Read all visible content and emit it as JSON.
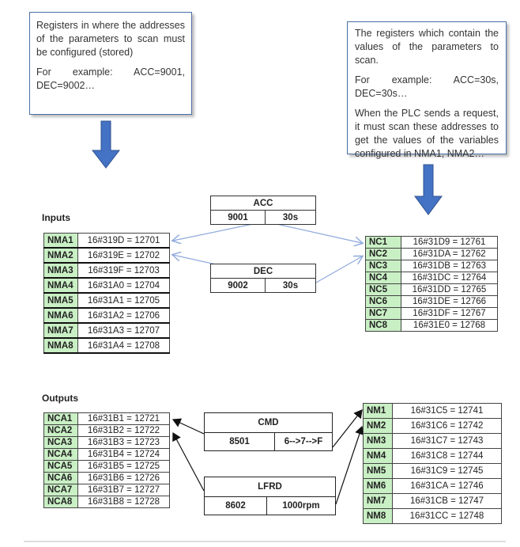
{
  "callouts": {
    "left": {
      "text1": "Registers in where the addresses of the parameters to scan must be configured (stored)",
      "text2": "For example: ACC=9001, DEC=9002…"
    },
    "right": {
      "text1": "The registers which contain the values of the parameters to scan.",
      "text2": "For example: ACC=30s, DEC=30s…",
      "text3": "When the PLC sends a request, it must scan these addresses to get the values of the variables configured in NMA1, NMA2…"
    }
  },
  "labels": {
    "inputs": "Inputs",
    "outputs": "Outputs"
  },
  "acc": {
    "title": "ACC",
    "address": "9001",
    "value": "30s"
  },
  "dec": {
    "title": "DEC",
    "address": "9002",
    "value": "30s"
  },
  "cmd": {
    "title": "CMD",
    "address": "8501",
    "value": "6-->7-->F"
  },
  "lfrd": {
    "title": "LFRD",
    "address": "8602",
    "value": "1000rpm"
  },
  "inputs_table": [
    {
      "name": "NMA1",
      "value": "16#319D = 12701"
    },
    {
      "name": "NMA2",
      "value": "16#319E = 12702"
    },
    {
      "name": "NMA3",
      "value": "16#319F = 12703"
    },
    {
      "name": "NMA4",
      "value": "16#31A0 = 12704"
    },
    {
      "name": "NMA5",
      "value": "16#31A1 = 12705"
    },
    {
      "name": "NMA6",
      "value": "16#31A2 = 12706"
    },
    {
      "name": "NMA7",
      "value": "16#31A3 = 12707"
    },
    {
      "name": "NMA8",
      "value": "16#31A4 = 12708"
    }
  ],
  "nc_table": [
    {
      "name": "NC1",
      "value": "16#31D9 = 12761"
    },
    {
      "name": "NC2",
      "value": "16#31DA = 12762"
    },
    {
      "name": "NC3",
      "value": "16#31DB = 12763"
    },
    {
      "name": "NC4",
      "value": "16#31DC = 12764"
    },
    {
      "name": "NC5",
      "value": "16#31DD = 12765"
    },
    {
      "name": "NC6",
      "value": "16#31DE = 12766"
    },
    {
      "name": "NC7",
      "value": "16#31DF = 12767"
    },
    {
      "name": "NC8",
      "value": "16#31E0 = 12768"
    }
  ],
  "outputs_table": [
    {
      "name": "NCA1",
      "value": "16#31B1 = 12721"
    },
    {
      "name": "NCA2",
      "value": "16#31B2 = 12722"
    },
    {
      "name": "NCA3",
      "value": "16#31B3 = 12723"
    },
    {
      "name": "NCA4",
      "value": "16#31B4 = 12724"
    },
    {
      "name": "NCA5",
      "value": "16#31B5 = 12725"
    },
    {
      "name": "NCA6",
      "value": "16#31B6 = 12726"
    },
    {
      "name": "NCA7",
      "value": "16#31B7 = 12727"
    },
    {
      "name": "NCA8",
      "value": "16#31B8 = 12728"
    }
  ],
  "nm_table": [
    {
      "name": "NM1",
      "value": "16#31C5 = 12741"
    },
    {
      "name": "NM2",
      "value": "16#31C6 = 12742"
    },
    {
      "name": "NM3",
      "value": "16#31C7 = 12743"
    },
    {
      "name": "NM4",
      "value": "16#31C8 = 12744"
    },
    {
      "name": "NM5",
      "value": "16#31C9 = 12745"
    },
    {
      "name": "NM6",
      "value": "16#31CA = 12746"
    },
    {
      "name": "NM7",
      "value": "16#31CB = 12747"
    },
    {
      "name": "NM8",
      "value": "16#31CC = 12748"
    }
  ],
  "colors": {
    "arrow_blue": "#4472c4",
    "register_green": "#c9efc4",
    "thin_arrow": "#8faadc"
  }
}
